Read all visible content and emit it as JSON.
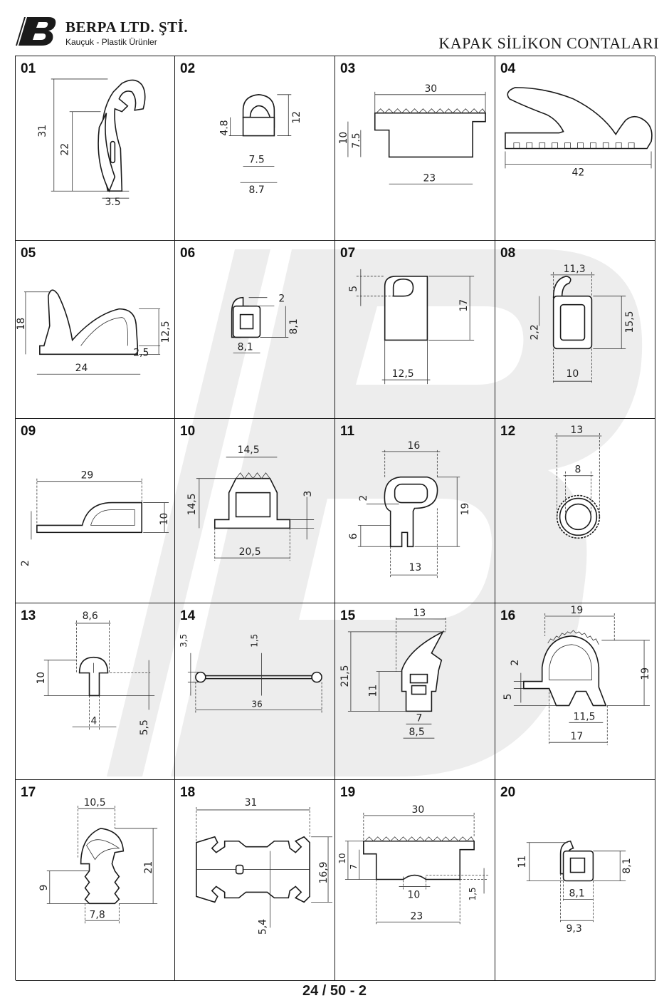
{
  "header": {
    "company": "BERPA LTD. ŞTİ.",
    "tagline": "Kauçuk - Plastik Ürünler",
    "title": "KAPAK SİLİKON CONTALARI"
  },
  "footer": {
    "page_ref": "24 / 50 - 2"
  },
  "items": [
    {
      "num": "01",
      "dims": [
        "31",
        "22",
        "3.5"
      ]
    },
    {
      "num": "02",
      "dims": [
        "4.8",
        "12",
        "7.5",
        "8.7"
      ]
    },
    {
      "num": "03",
      "dims": [
        "30",
        "10",
        "7.5",
        "23"
      ]
    },
    {
      "num": "04",
      "dims": [
        "42"
      ]
    },
    {
      "num": "05",
      "dims": [
        "18",
        "12,5",
        "2,5",
        "24"
      ]
    },
    {
      "num": "06",
      "dims": [
        "2",
        "8,1",
        "8,1"
      ]
    },
    {
      "num": "07",
      "dims": [
        "5",
        "17",
        "12,5"
      ]
    },
    {
      "num": "08",
      "dims": [
        "11,3",
        "2,2",
        "15,5",
        "10"
      ]
    },
    {
      "num": "09",
      "dims": [
        "29",
        "10",
        "2"
      ]
    },
    {
      "num": "10",
      "dims": [
        "14,5",
        "14,5",
        "3",
        "20,5"
      ]
    },
    {
      "num": "11",
      "dims": [
        "16",
        "2",
        "19",
        "6",
        "13"
      ]
    },
    {
      "num": "12",
      "dims": [
        "13",
        "8"
      ]
    },
    {
      "num": "13",
      "dims": [
        "8,6",
        "10",
        "4",
        "5,5"
      ]
    },
    {
      "num": "14",
      "dims": [
        "3,5",
        "1,5",
        "36"
      ]
    },
    {
      "num": "15",
      "dims": [
        "13",
        "21,5",
        "11",
        "7",
        "8,5"
      ]
    },
    {
      "num": "16",
      "dims": [
        "19",
        "2",
        "19",
        "5",
        "11,5",
        "17"
      ]
    },
    {
      "num": "17",
      "dims": [
        "10,5",
        "21",
        "9",
        "7,8"
      ]
    },
    {
      "num": "18",
      "dims": [
        "31",
        "16,9",
        "5,4"
      ]
    },
    {
      "num": "19",
      "dims": [
        "30",
        "10",
        "7",
        "10",
        "1,5",
        "23"
      ]
    },
    {
      "num": "20",
      "dims": [
        "11",
        "8,1",
        "8,1",
        "9,3"
      ]
    }
  ]
}
